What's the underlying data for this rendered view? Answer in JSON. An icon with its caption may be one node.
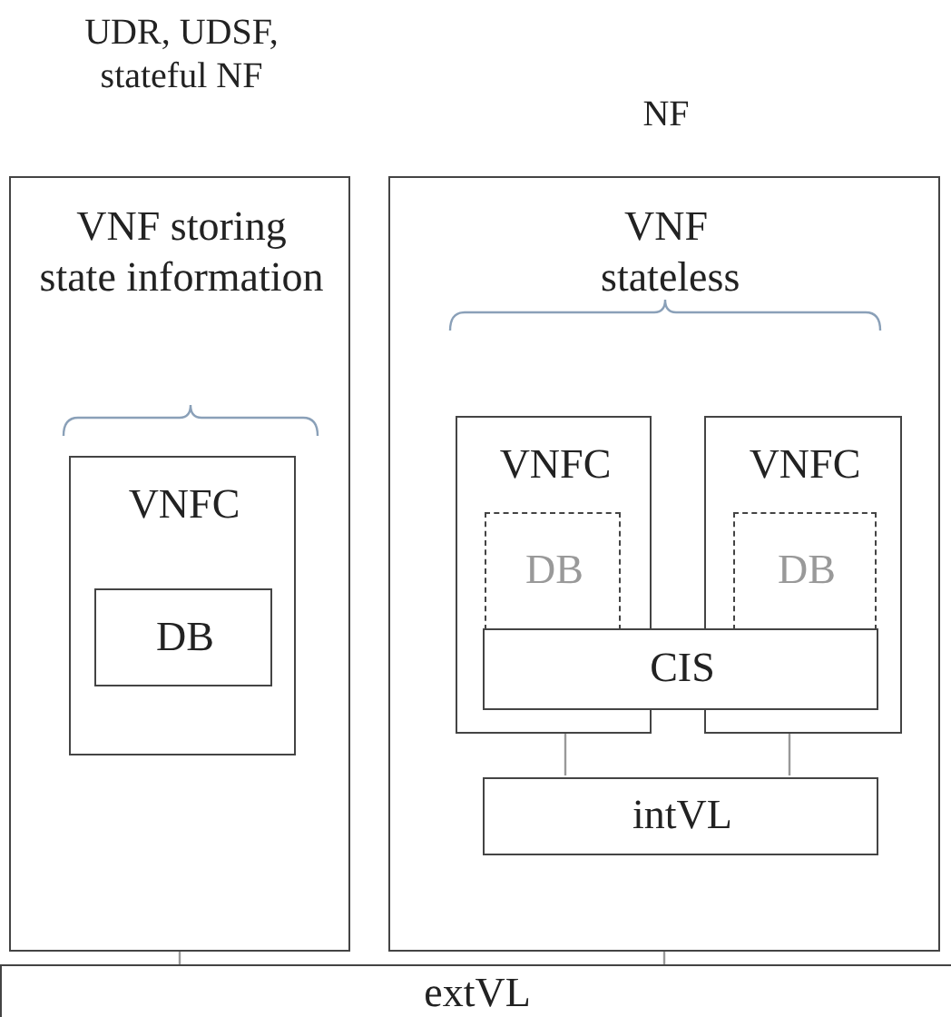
{
  "diagram": {
    "nodes": [
      {
        "text": [
          "UDR, UDSF, stateful NF",
          "VNF storing state information"
        ]
      },
      {
        "text": [
          "VNFC"
        ],
        "in": 0
      },
      {
        "text": [
          "DB"
        ],
        "in": 1
      },
      {
        "text": [
          "NF",
          "VNF stateless"
        ]
      },
      {
        "text": [
          "VNFC"
        ],
        "in": 3
      },
      {
        "text": [
          "DB"
        ],
        "in": 4
      },
      {
        "text": [
          "VNFC"
        ],
        "in": 3
      },
      {
        "text": [
          "DB"
        ],
        "in": 6
      },
      {
        "text": [
          "CIS"
        ],
        "in": 3
      },
      {
        "text": [
          "intVL"
        ],
        "in": 3
      },
      {
        "text": [
          "extVL"
        ]
      }
    ],
    "edges": [
      {
        "from": 4,
        "to": 9,
        "arrow": "none"
      },
      {
        "from": 6,
        "to": 9,
        "arrow": "none"
      },
      {
        "from": 0,
        "to": 10,
        "arrow": "none"
      },
      {
        "from": 3,
        "to": 10,
        "arrow": "none"
      }
    ]
  }
}
